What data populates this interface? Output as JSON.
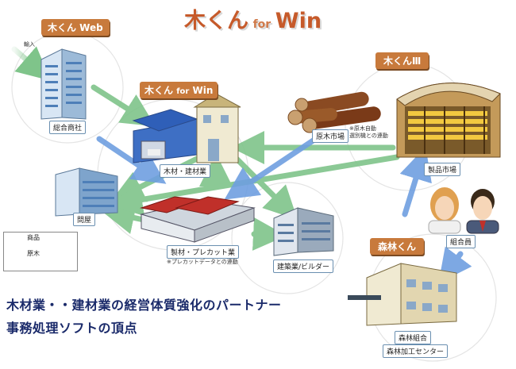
{
  "title": {
    "main": "木くん",
    "for": "for",
    "win": "Win"
  },
  "nodes": {
    "web_tag": "木くん Web",
    "win_tag_main": "木くん",
    "win_tag_for": "for",
    "win_tag_win": "Win",
    "kun3_tag": "木くんⅢ",
    "shinrin_tag": "森林くん",
    "import_label": "輸入",
    "sogo_shosha": "総合商社",
    "mokuzai_kenzai": "木材・建材業",
    "genboku_ichiba": "原木市場",
    "genboku_note_1": "※原木自動",
    "genboku_note_2": "選別機との連動",
    "seihin_ichiba": "製品市場",
    "tonya": "問屋",
    "seizai_precut": "製材・プレカット業",
    "precut_note": "※プレカットデータとの連動",
    "kenchiku_builder": "建築業/ビルダー",
    "kumiaiin": "組合員",
    "shinrin_kumiai": "森林組合",
    "shinrin_kako": "森林加工センター"
  },
  "legend": {
    "goods": "商品",
    "logs": "原木"
  },
  "slogan": {
    "line1": "木材業・・建材業の経営体質強化のパートナー",
    "line2": "事務処理ソフトの頂点"
  },
  "colors": {
    "goods_arrow": "#7fc48a",
    "logs_arrow": "#6f9fe0",
    "tag_bg": "#c87a3c",
    "title": "#c65a2a",
    "slogan": "#1a2a6a"
  }
}
